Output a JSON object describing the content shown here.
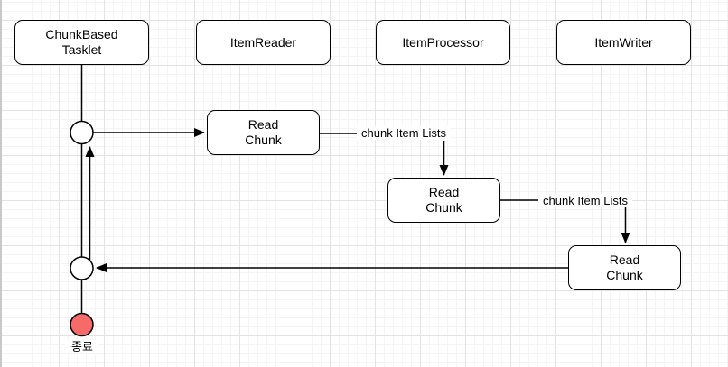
{
  "diagram": {
    "headers": [
      {
        "label": "ChunkBased\nTasklet"
      },
      {
        "label": "ItemReader"
      },
      {
        "label": "ItemProcessor"
      },
      {
        "label": "ItemWriter"
      }
    ],
    "chunk_nodes": [
      {
        "label": "Read\nChunk"
      },
      {
        "label": "Read\nChunk"
      },
      {
        "label": "Read\nChunk"
      }
    ],
    "edge_labels": [
      {
        "text": "chunk Item Lists"
      },
      {
        "text": "chunk Item Lists"
      }
    ],
    "end_node": {
      "label": "종료"
    },
    "colors": {
      "stroke": "#000000",
      "node_fill": "#ffffff",
      "end_fill": "#f76a6a",
      "grid_minor": "#f4f4f4",
      "grid_major": "#e3e3e3"
    }
  }
}
